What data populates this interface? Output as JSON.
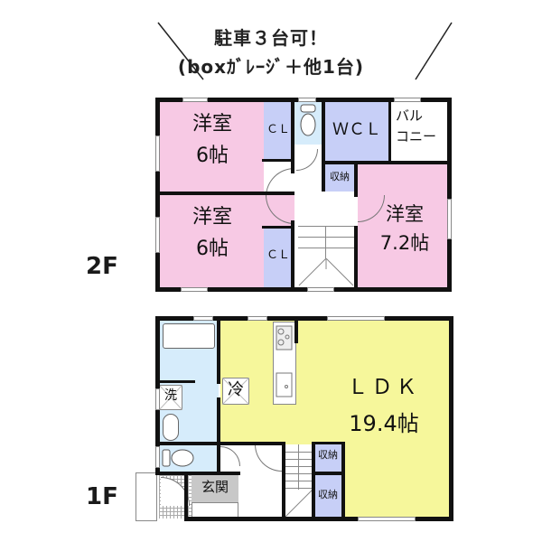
{
  "headline": {
    "line1": "駐車３台可！",
    "line2": "(boxｶﾞﾚｰｼﾞ＋他1台)"
  },
  "floors": {
    "second": {
      "label": "2F",
      "rooms": [
        {
          "id": "western-room-1",
          "name": "洋室",
          "size": "6帖",
          "color": "#f7c9e4"
        },
        {
          "id": "closet-1",
          "name": "ＣＬ",
          "color": "#c7cff7"
        },
        {
          "id": "toilet-2f",
          "name": "",
          "color": "#d6ecfb"
        },
        {
          "id": "walk-in-closet",
          "name": "ＷＣＬ",
          "color": "#c7cff7"
        },
        {
          "id": "balcony",
          "name": "バルコニー",
          "name_line1": "バル",
          "name_line2": "コニー",
          "color": "#ffffff"
        },
        {
          "id": "storage-2f",
          "name": "収納",
          "color": "#c7cff7"
        },
        {
          "id": "western-room-2",
          "name": "洋室",
          "size": "6帖",
          "color": "#f7c9e4"
        },
        {
          "id": "closet-2",
          "name": "ＣＬ",
          "color": "#c7cff7"
        },
        {
          "id": "western-room-3",
          "name": "洋室",
          "size": "7.2帖",
          "color": "#f7c9e4"
        }
      ]
    },
    "first": {
      "label": "1F",
      "rooms": [
        {
          "id": "bath",
          "name": "",
          "color": "#d6ecfb"
        },
        {
          "id": "washroom",
          "name": "洗",
          "color": "#d6ecfb"
        },
        {
          "id": "fridge",
          "name": "冷"
        },
        {
          "id": "ldk",
          "name": "ＬＤＫ",
          "size": "19.4帖",
          "color": "#f6f79b"
        },
        {
          "id": "toilet-1f",
          "name": "",
          "color": "#d6ecfb"
        },
        {
          "id": "entrance",
          "name": "玄関",
          "color": "#c8c8c8"
        },
        {
          "id": "storage-1f-a",
          "name": "収納",
          "color": "#c7cff7"
        },
        {
          "id": "storage-1f-b",
          "name": "収納",
          "color": "#c7cff7"
        }
      ]
    }
  },
  "colors": {
    "wall": "#111111",
    "bedroom": "#f7c9e4",
    "storage": "#c7cff7",
    "wet_area": "#d6ecfb",
    "ldk": "#f6f79b",
    "entrance": "#c8c8c8"
  }
}
